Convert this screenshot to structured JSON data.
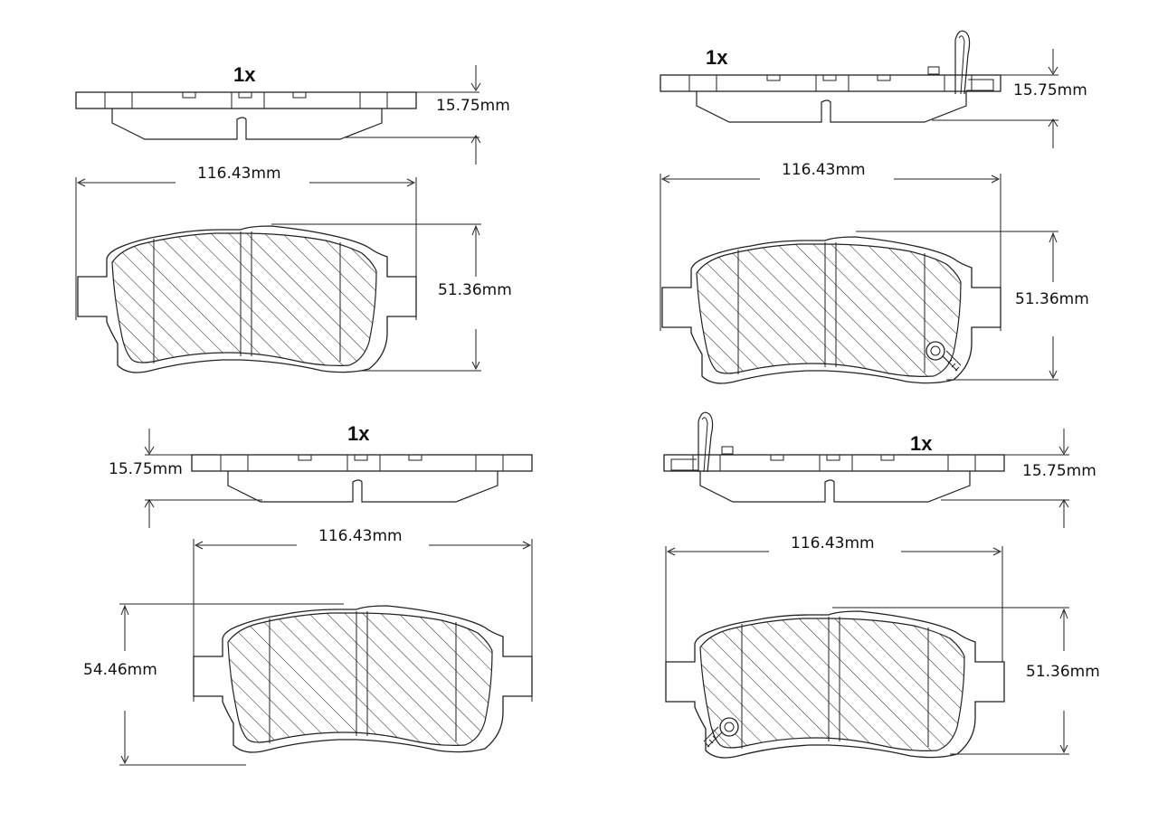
{
  "colors": {
    "line": "#222222",
    "background": "#ffffff"
  },
  "pads": [
    {
      "id": "top-left",
      "quantity": "1x",
      "thickness": "15.75mm",
      "width": "116.43mm",
      "height": "51.36mm",
      "sensor": "none"
    },
    {
      "id": "top-right",
      "quantity": "1x",
      "thickness": "15.75mm",
      "width": "116.43mm",
      "height": "51.36mm",
      "sensor": "right"
    },
    {
      "id": "bottom-left",
      "quantity": "1x",
      "thickness": "15.75mm",
      "width": "116.43mm",
      "height": "54.46mm",
      "sensor": "none"
    },
    {
      "id": "bottom-right",
      "quantity": "1x",
      "thickness": "15.75mm",
      "width": "116.43mm",
      "height": "51.36mm",
      "sensor": "left"
    }
  ]
}
